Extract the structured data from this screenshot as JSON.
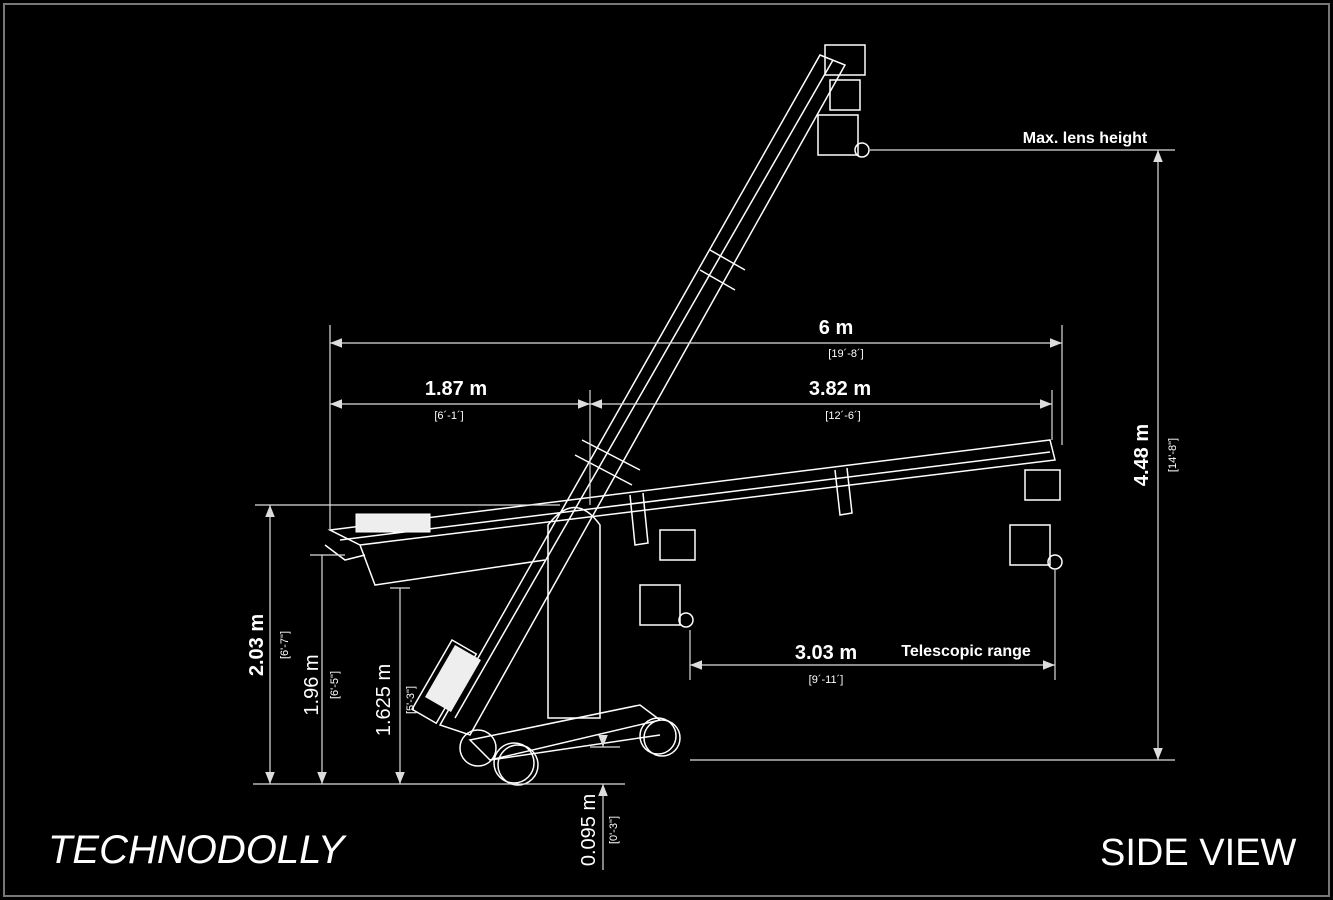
{
  "title": "TECHNODOLLY",
  "view_label": "SIDE VIEW",
  "annotations": {
    "max_lens_height": "Max. lens height",
    "telescopic_range": "Telescopic range"
  },
  "dimensions": {
    "total_length": {
      "metric": "6 m",
      "imperial": "[19´-8´]"
    },
    "rear_length": {
      "metric": "1.87 m",
      "imperial": "[6´-1´]"
    },
    "front_length": {
      "metric": "3.82 m",
      "imperial": "[12´-6´]"
    },
    "max_height": {
      "metric": "4.48 m",
      "imperial": "[14'-8\"]"
    },
    "telescopic": {
      "metric": "3.03 m",
      "imperial": "[9´-11´]"
    },
    "pivot_height": {
      "metric": "2.03 m",
      "imperial": "[6'-7\"]"
    },
    "arm_height": {
      "metric": "1.96 m",
      "imperial": "[6'-5\"]"
    },
    "base_height": {
      "metric": "1.625 m",
      "imperial": "[5'-3\"]"
    },
    "ground_clearance": {
      "metric": "0.095 m",
      "imperial": "[0'-3\"]"
    }
  }
}
